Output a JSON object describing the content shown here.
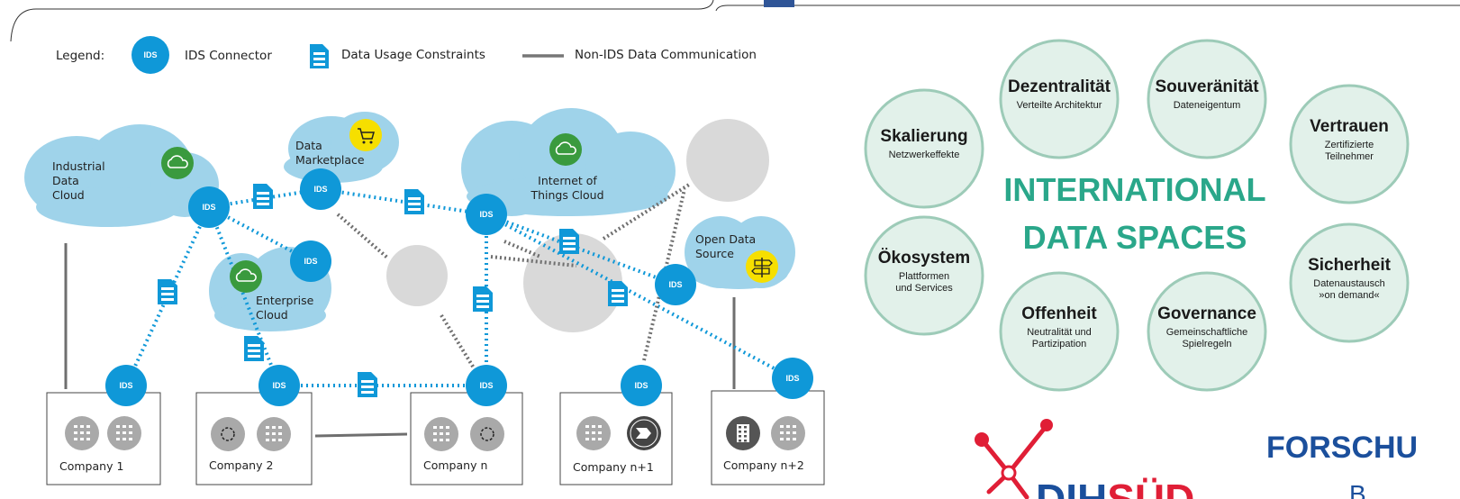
{
  "legend": {
    "title": "Legend:",
    "connector": "IDS Connector",
    "constraints": "Data Usage Constraints",
    "non_ids": "Non-IDS Data Communication"
  },
  "ids_label": "IDS",
  "clouds": {
    "industrial": [
      "Industrial",
      "Data",
      "Cloud"
    ],
    "marketplace": [
      "Data",
      "Marketplace"
    ],
    "iot": [
      "Internet of",
      "Things Cloud"
    ],
    "open_data": [
      "Open Data",
      "Source"
    ],
    "enterprise": [
      "Enterprise",
      "Cloud"
    ]
  },
  "companies": [
    "Company 1",
    "Company 2",
    "Company n",
    "Company n+1",
    "Company n+2"
  ],
  "pillars": [
    {
      "title": "Dezentralität",
      "sub": [
        "Verteilte Architektur"
      ]
    },
    {
      "title": "Souveränität",
      "sub": [
        "Dateneigentum"
      ]
    },
    {
      "title": "Vertrauen",
      "sub": [
        "Zertifizierte",
        "Teilnehmer"
      ]
    },
    {
      "title": "Skalierung",
      "sub": [
        "Netzwerkeffekte"
      ]
    },
    {
      "title": "Ökosystem",
      "sub": [
        "Plattformen",
        "und Services"
      ]
    },
    {
      "title": "Sicherheit",
      "sub": [
        "Datenaustausch",
        "»on demand«"
      ]
    },
    {
      "title": "Offenheit",
      "sub": [
        "Neutralität und",
        "Partizipation"
      ]
    },
    {
      "title": "Governance",
      "sub": [
        "Gemeinschaftliche",
        "Spielregeln"
      ]
    }
  ],
  "center_title": [
    "INTERNATIONAL",
    "DATA SPACES"
  ],
  "logos": {
    "dih": "DIHSÜD",
    "forschung": "FORSCHU"
  },
  "colors": {
    "ids_blue": "#0f98d8",
    "cloud": "#9fd3ea",
    "grey_node": "#d9d9d9",
    "green": "#3a9a3e",
    "yellow": "#f6df00",
    "pillar_fill": "#e2f1ea",
    "pillar_stroke": "#9dcbb8",
    "teal_title": "#2aa78a",
    "dih_red": "#e01e36",
    "forschung_blue": "#1b4f9c"
  }
}
